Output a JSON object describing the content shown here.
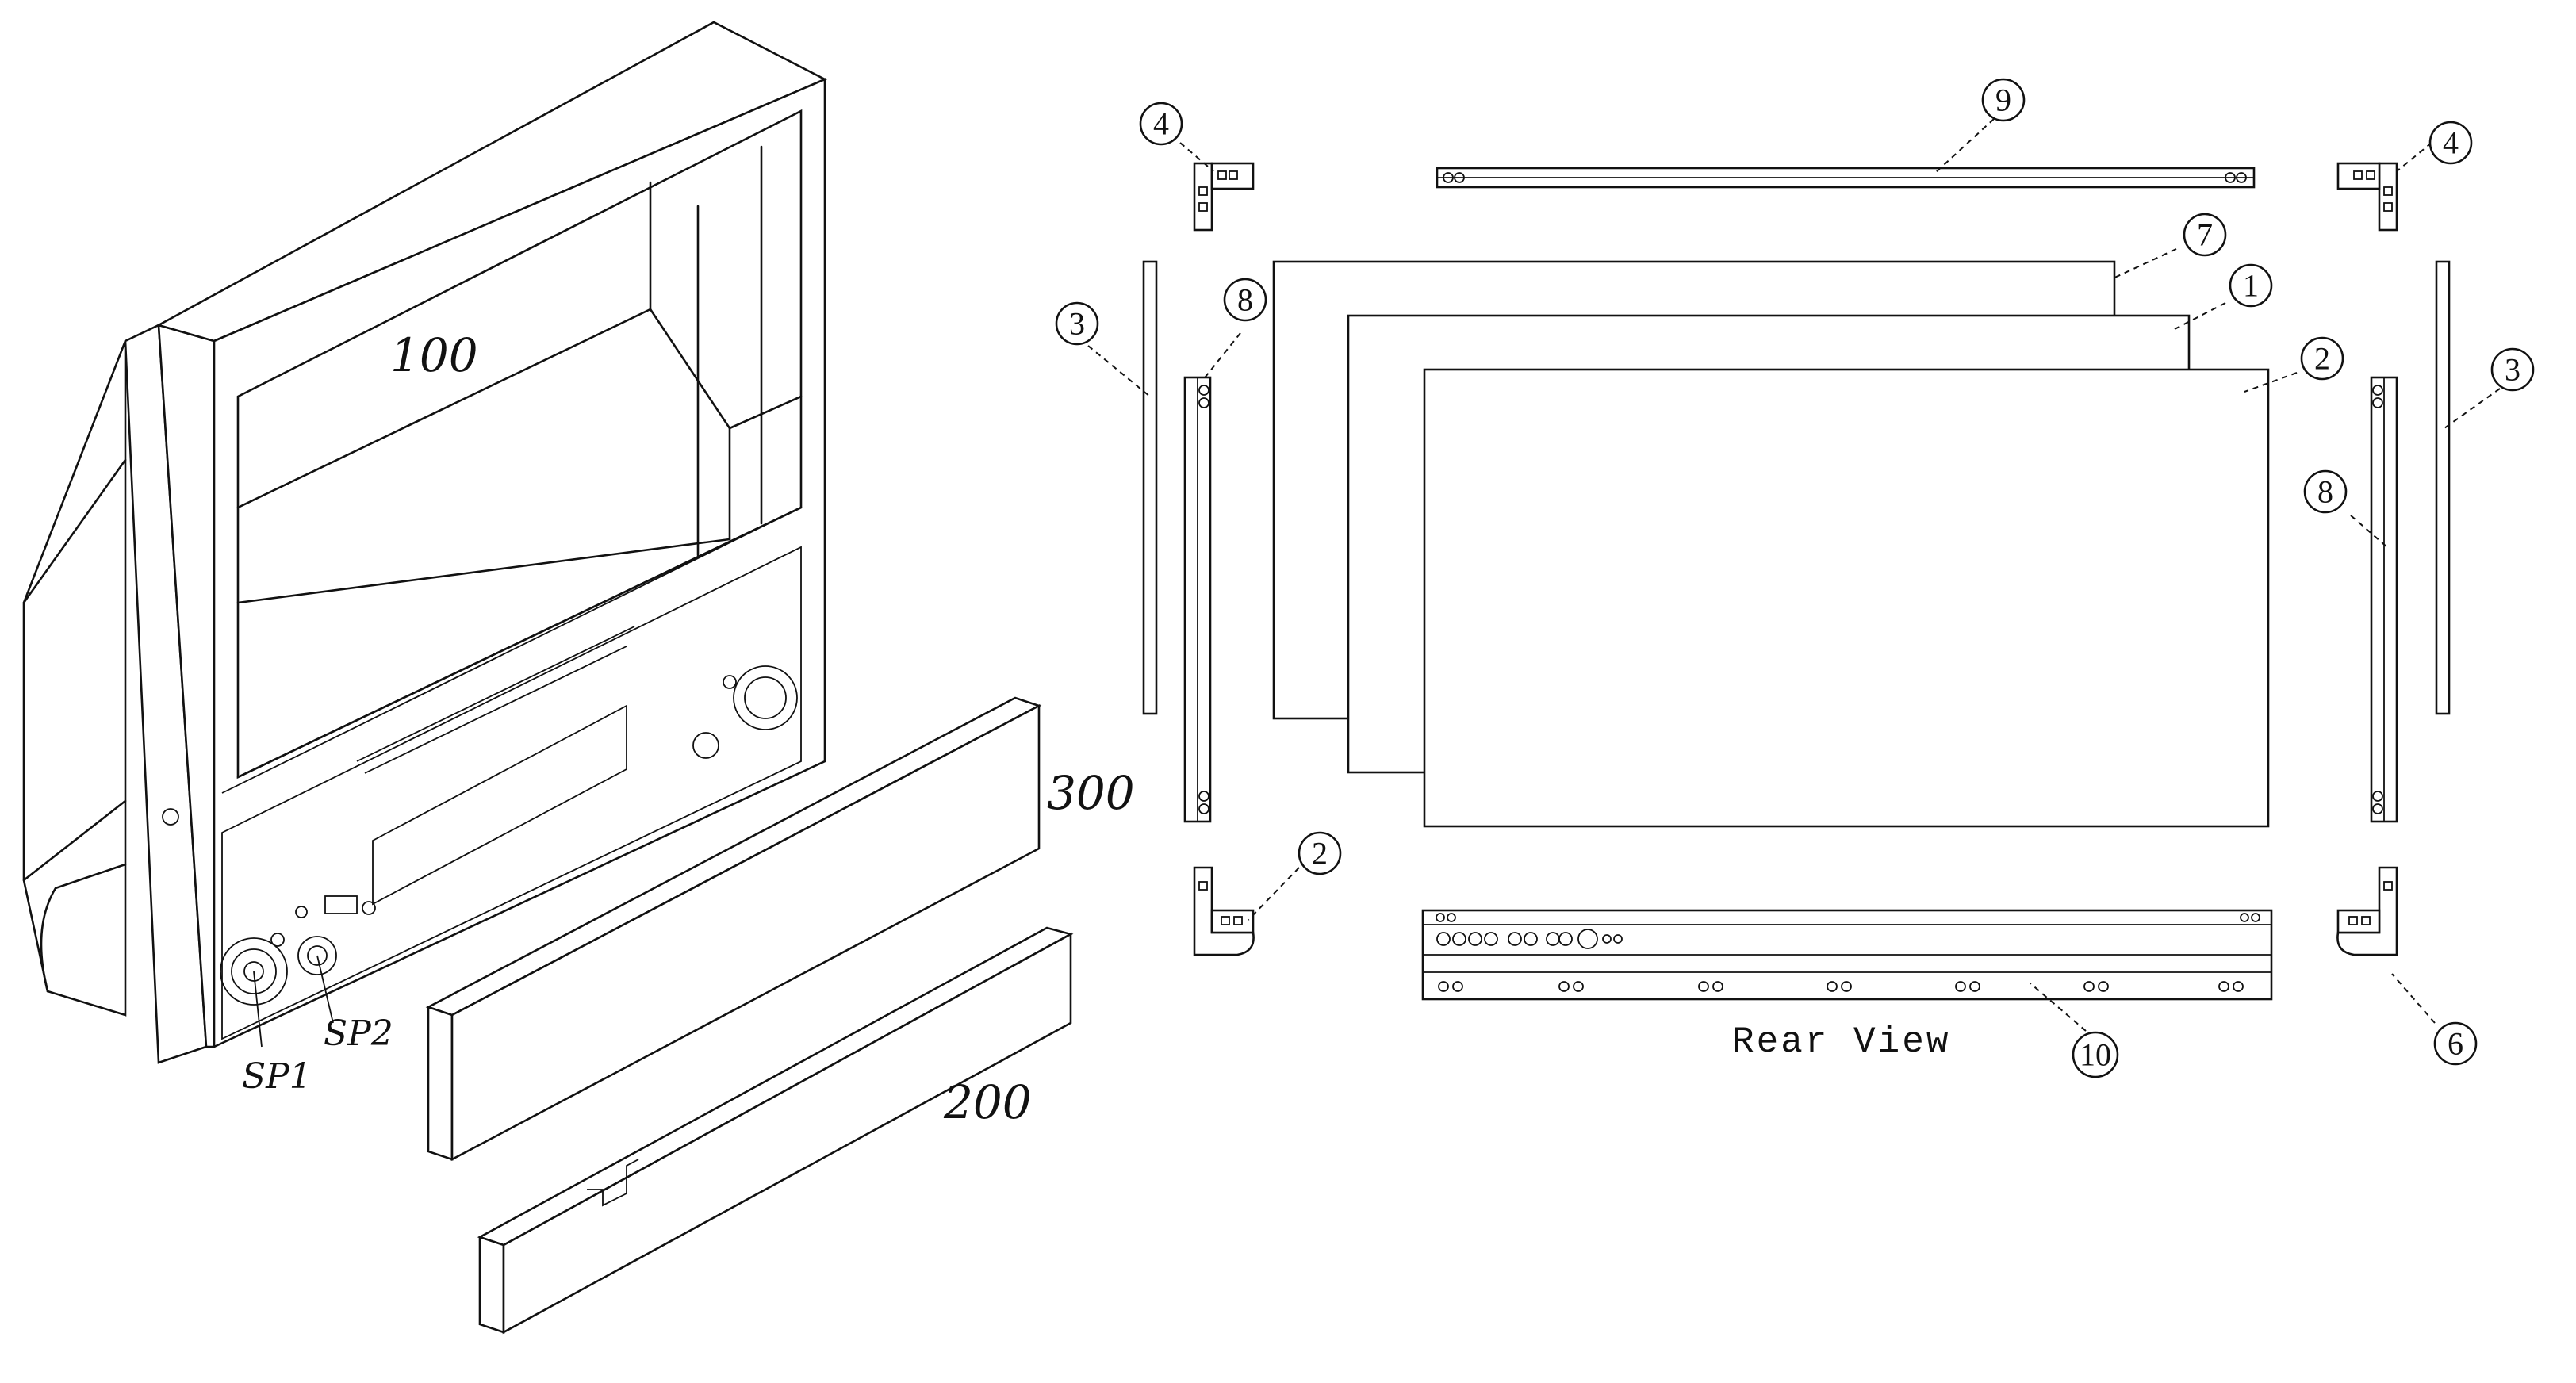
{
  "labels": {
    "cabinet": "100",
    "upper_panel": "300",
    "lower_panel": "200",
    "speaker_1": "SP1",
    "speaker_2": "SP2",
    "caption": "Rear View"
  },
  "callouts": {
    "c1": "1",
    "c2a": "2",
    "c2b": "2",
    "c3a": "3",
    "c3b": "3",
    "c4a": "4",
    "c4b": "4",
    "c6": "6",
    "c7": "7",
    "c8a": "8",
    "c8b": "8",
    "c9": "9",
    "c10": "10"
  }
}
